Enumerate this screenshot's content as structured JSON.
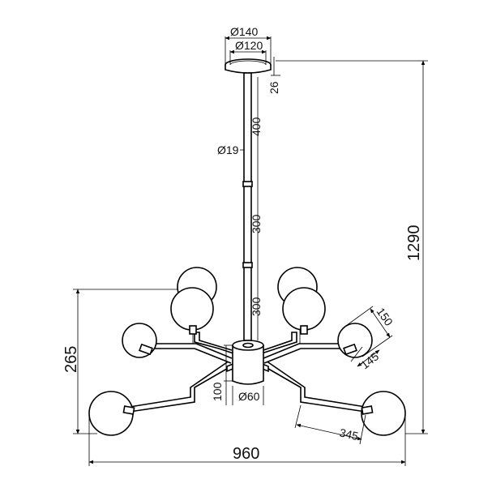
{
  "dimensions": {
    "canopy_outer": "Ø140",
    "canopy_inner": "Ø120",
    "canopy_height": "26",
    "rod_diameter": "Ø19",
    "rod_seg_1": "400",
    "rod_seg_2": "300",
    "rod_seg_3": "300",
    "total_height": "1290",
    "fixture_height": "265",
    "hub_height": "100",
    "hub_diameter": "Ø60",
    "total_width": "960",
    "globe_outer": "150",
    "globe_inner": "145",
    "arm_length": "345"
  }
}
